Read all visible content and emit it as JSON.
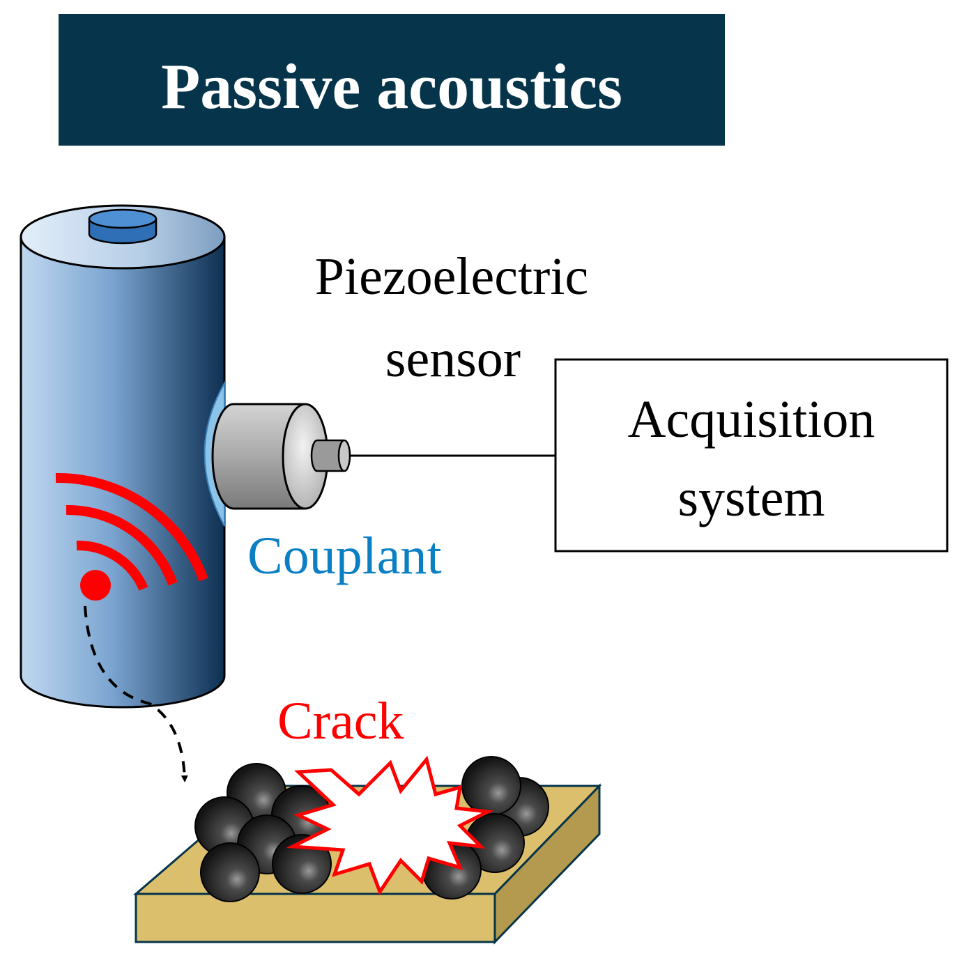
{
  "title": "Passive acoustics",
  "labels": {
    "sensor_line1": "Piezoelectric",
    "sensor_line2": "sensor",
    "acquisition_line1": "Acquisition",
    "acquisition_line2": "system",
    "couplant": "Couplant",
    "crack": "Crack"
  },
  "colors": {
    "title_bg": "#06344a",
    "couplant_text": "#0b7fc4",
    "crack_text": "#ff0000",
    "cell_dark": "#0d2f52",
    "cell_light": "#b9d3ee",
    "terminal": "#3a7ec6",
    "couplant_layer": "#8cc3e8",
    "wave": "#ff0000",
    "electrode": "#dbbf6c",
    "particle": "#1e1e1e"
  },
  "icons": {
    "cell": "battery-cell-icon",
    "sensor": "piezo-sensor-icon",
    "emission": "acoustic-wave-icon",
    "crack": "crack-burst-icon"
  }
}
